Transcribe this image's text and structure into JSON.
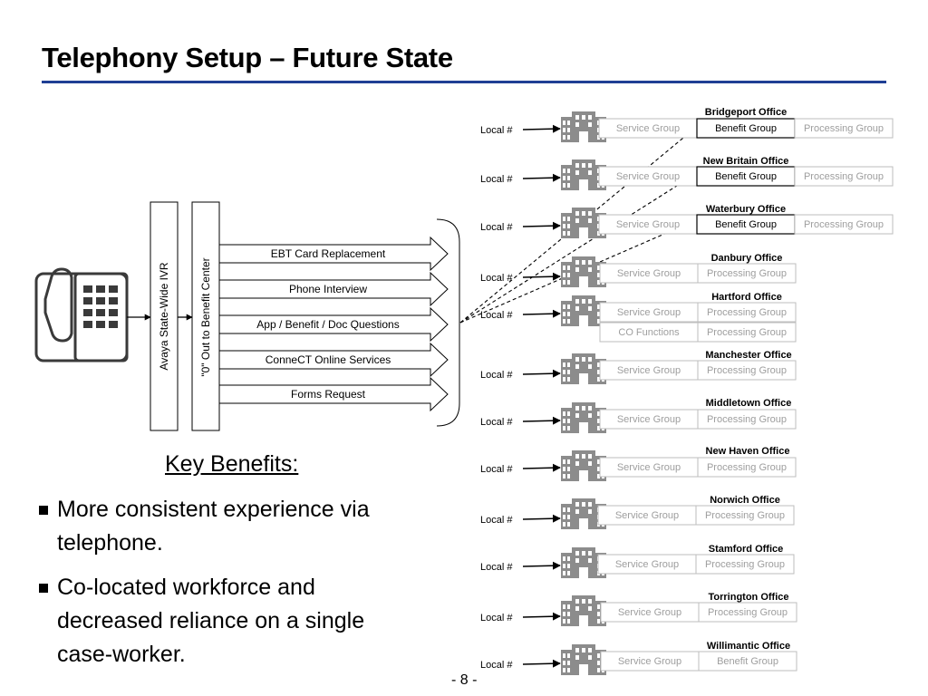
{
  "title": "Telephony Setup – Future State",
  "colors": {
    "title_rule": "#1f3f94",
    "line": "#000000",
    "muted_text": "#9e9e9e",
    "building": "#8c8c8c"
  },
  "icons": {
    "phone": "desk-phone-icon",
    "building": "office-building-icon"
  },
  "ivr": {
    "avaya_label": "Avaya State-Wide IVR",
    "zero_out_label": "\"0\" Out to Benefit Center"
  },
  "services": [
    "EBT Card Replacement",
    "Phone Interview",
    "App / Benefit / Doc Questions",
    "ConneCT Online Services",
    "Forms Request"
  ],
  "local_label": "Local #",
  "offices": [
    {
      "name": "Bridgeport Office",
      "groups": [
        [
          "Service Group",
          false
        ],
        [
          "Benefit Group",
          true
        ],
        [
          "Processing Group",
          false
        ]
      ],
      "linked": true
    },
    {
      "name": "New Britain Office",
      "groups": [
        [
          "Service Group",
          false
        ],
        [
          "Benefit Group",
          true
        ],
        [
          "Processing Group",
          false
        ]
      ],
      "linked": true
    },
    {
      "name": "Waterbury Office",
      "groups": [
        [
          "Service Group",
          false
        ],
        [
          "Benefit Group",
          true
        ],
        [
          "Processing Group",
          false
        ]
      ],
      "linked": true
    },
    {
      "name": "Danbury Office",
      "groups": [
        [
          "Service Group",
          false
        ],
        [
          "Processing Group",
          false
        ]
      ],
      "linked": false
    },
    {
      "name": "Hartford Office",
      "groups": [
        [
          "Service Group",
          false
        ],
        [
          "Processing Group",
          false
        ]
      ],
      "extra": [
        [
          "CO Functions",
          false
        ],
        [
          "Processing Group",
          false
        ]
      ],
      "linked": false
    },
    {
      "name": "Manchester Office",
      "groups": [
        [
          "Service Group",
          false
        ],
        [
          "Processing Group",
          false
        ]
      ],
      "linked": false
    },
    {
      "name": "Middletown Office",
      "groups": [
        [
          "Service Group",
          false
        ],
        [
          "Processing Group",
          false
        ]
      ],
      "linked": false
    },
    {
      "name": "New Haven Office",
      "groups": [
        [
          "Service Group",
          false
        ],
        [
          "Processing Group",
          false
        ]
      ],
      "linked": false
    },
    {
      "name": "Norwich Office",
      "groups": [
        [
          "Service Group",
          false
        ],
        [
          "Processing Group",
          false
        ]
      ],
      "linked": false
    },
    {
      "name": "Stamford Office",
      "groups": [
        [
          "Service Group",
          false
        ],
        [
          "Processing Group",
          false
        ]
      ],
      "linked": false
    },
    {
      "name": "Torrington Office",
      "groups": [
        [
          "Service Group",
          false
        ],
        [
          "Processing Group",
          false
        ]
      ],
      "linked": false
    },
    {
      "name": "Willimantic Office",
      "groups": [
        [
          "Service Group",
          false
        ],
        [
          "Benefit Group",
          false
        ]
      ],
      "linked": false
    }
  ],
  "key_benefits": {
    "title": "Key Benefits:",
    "bullets": [
      "More consistent experience via telephone.",
      "Co-located workforce and decreased reliance on a single case-worker."
    ]
  },
  "page_number": "- 8 -"
}
